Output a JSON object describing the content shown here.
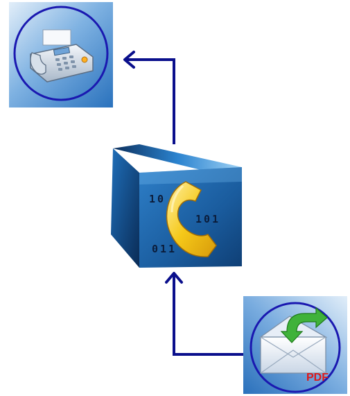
{
  "colors": {
    "arrow": "#0a0f8c",
    "tile_light": "#dbeaf7",
    "tile_dark": "#2d78c4",
    "circle_border": "#1a18b0",
    "cube_front": "#1a5fa2",
    "handset": "#f2c61a",
    "binary_text": "#0b1c3a",
    "pdf_text": "#e01818"
  },
  "nodes": {
    "fax": {
      "icon": "fax-machine-icon"
    },
    "server": {
      "icon": "phone-cube-icon",
      "binary_top": "10",
      "binary_right": "101",
      "binary_bottom": "011"
    },
    "email": {
      "icon": "envelope-pdf-icon",
      "badge": "PDF"
    }
  },
  "edges": [
    {
      "from": "email",
      "to": "server",
      "direction": "up"
    },
    {
      "from": "server",
      "to": "fax",
      "direction": "up-left"
    }
  ]
}
